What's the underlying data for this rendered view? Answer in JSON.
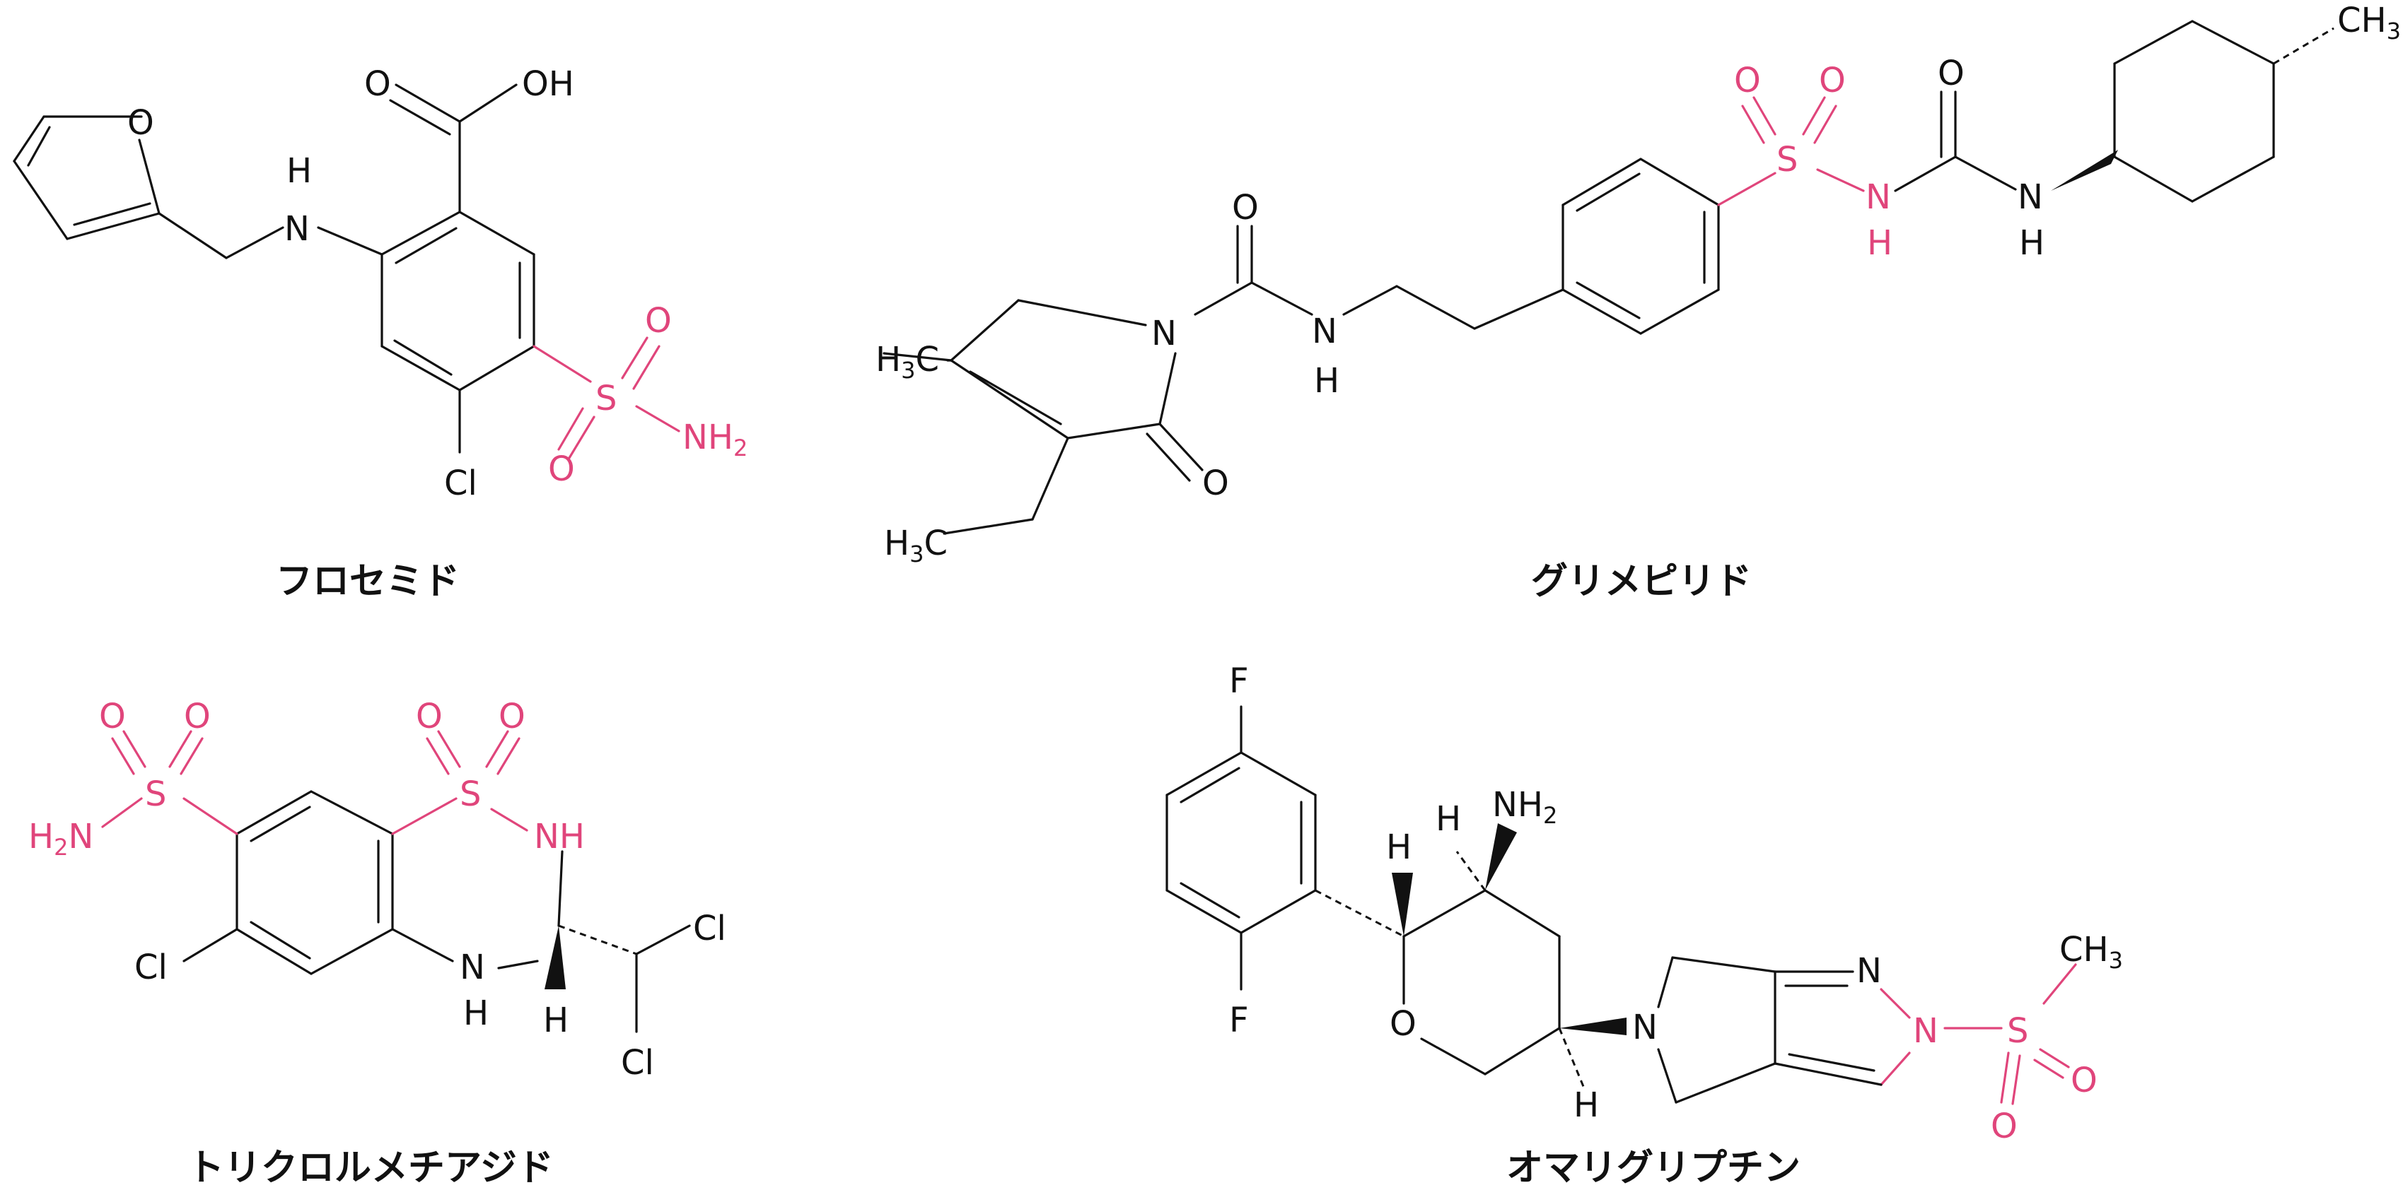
{
  "colors": {
    "text": "#111111",
    "highlight": "#e0457b",
    "background": "#ffffff"
  },
  "molecules": {
    "furosemide": {
      "name": "フロセミド",
      "atoms": {
        "O_furan": "O",
        "O_carbonyl": "O",
        "OH": "OH",
        "N": "N",
        "H": "H",
        "S": "S",
        "O1": "O",
        "O2": "O",
        "NH2": "NH",
        "NH2_sub": "2",
        "Cl": "Cl"
      }
    },
    "glimepiride": {
      "name": "グリメピリド",
      "atoms": {
        "CH3_top": "H",
        "CH3_top_sub": "3",
        "CH3_top_C": "C",
        "CH3_eth": "H",
        "CH3_eth_sub": "3",
        "CH3_eth_C": "C",
        "N_ring": "N",
        "O_amide": "O",
        "O_lactam": "O",
        "N_amide": "N",
        "H_amide": "H",
        "S": "S",
        "O1": "O",
        "O2": "O",
        "N_sulf": "N",
        "H_sulf": "H",
        "O_urea": "O",
        "N_urea": "N",
        "H_urea": "H",
        "CH3_cyc": "CH",
        "CH3_cyc_sub": "3"
      }
    },
    "trichlormethiazide": {
      "name": "トリクロルメチアジド",
      "atoms": {
        "O1": "O",
        "O2": "O",
        "S1": "S",
        "H2N": "H",
        "H2N_sub": "2",
        "H2N_N": "N",
        "O3": "O",
        "O4": "O",
        "S2": "S",
        "NH": "NH",
        "Cl_ring": "Cl",
        "N4": "N",
        "H4": "H",
        "H_stereo": "H",
        "Cl1": "Cl",
        "Cl2": "Cl"
      }
    },
    "omarigliptin": {
      "name": "オマリグリプチン",
      "atoms": {
        "F1": "F",
        "F2": "F",
        "H1": "H",
        "H2": "H",
        "NH2": "NH",
        "NH2_sub": "2",
        "O_ring": "O",
        "N_pyrrol": "N",
        "H3": "H",
        "N_pz1": "N",
        "N_pz2": "N",
        "S": "S",
        "O1": "O",
        "O2": "O",
        "CH3": "CH",
        "CH3_sub": "3"
      }
    }
  }
}
